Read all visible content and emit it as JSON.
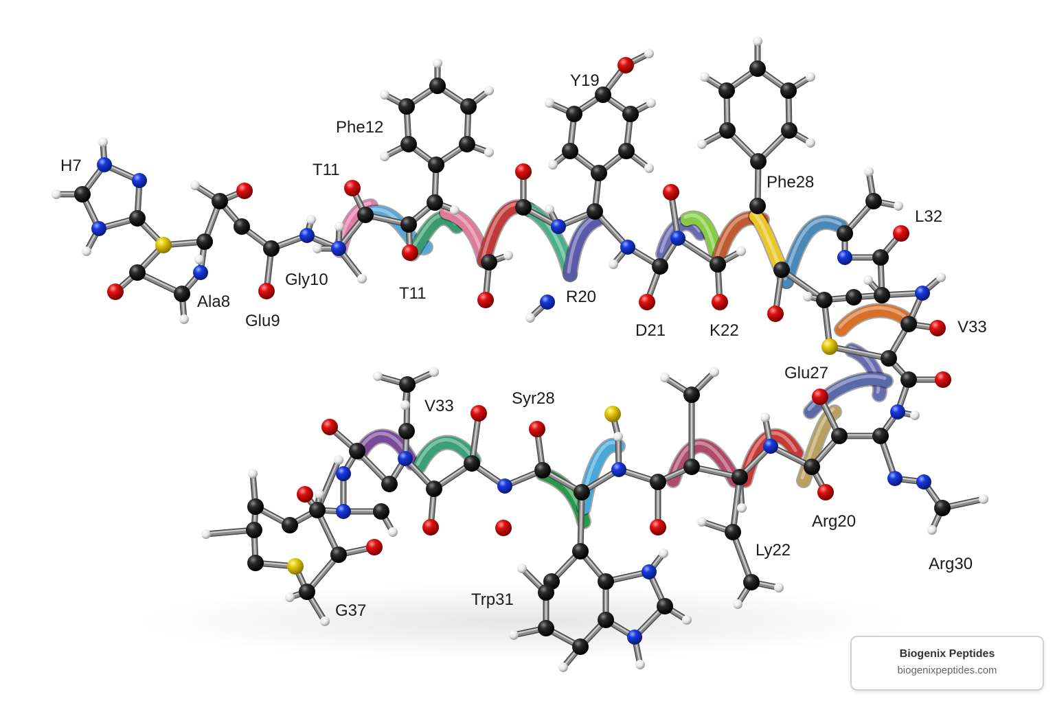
{
  "colors": {
    "carbon": "#111111",
    "oxygen": "#e01010",
    "nitrogen": "#1838e0",
    "sulfur": "#e6cc10",
    "hydrogen": "#f0f0f0",
    "bond": "#8a8a8a"
  },
  "ribbon_colors": [
    "#e27aa6",
    "#5aa8d8",
    "#3a9a70",
    "#e07a9a",
    "#c03a3a",
    "#4ab08a",
    "#5a5aa8",
    "#6a6ab0",
    "#88cc44",
    "#c05a30",
    "#e8c828",
    "#4a88b8",
    "#d8702a",
    "#6a6ab0",
    "#5a6aa8",
    "#7a4a9a",
    "#3aa07a",
    "#2a9a4a",
    "#48a8d8",
    "#b04a6a",
    "#c83838",
    "#b8a060"
  ],
  "labels": {
    "h7": "H7",
    "ala8": "Ala8",
    "glu9": "Glu9",
    "gly10": "Gly10",
    "t11_top": "T11",
    "t11_bottom": "T11",
    "phe12": "Phe12",
    "y19": "Y19",
    "r20": "R20",
    "d21": "D21",
    "k22": "K22",
    "phe28": "Phe28",
    "l32": "L32",
    "v33_right": "V33",
    "glu27": "Glu27",
    "v33_left": "V33",
    "syr28": "Syr28",
    "trp31": "Trp31",
    "g37": "G37",
    "ly22": "Ly22",
    "arg20": "Arg20",
    "arg30": "Arg30"
  },
  "watermark": {
    "brand": "Biogenix Peptides",
    "url": "biogenixpeptides.com"
  }
}
